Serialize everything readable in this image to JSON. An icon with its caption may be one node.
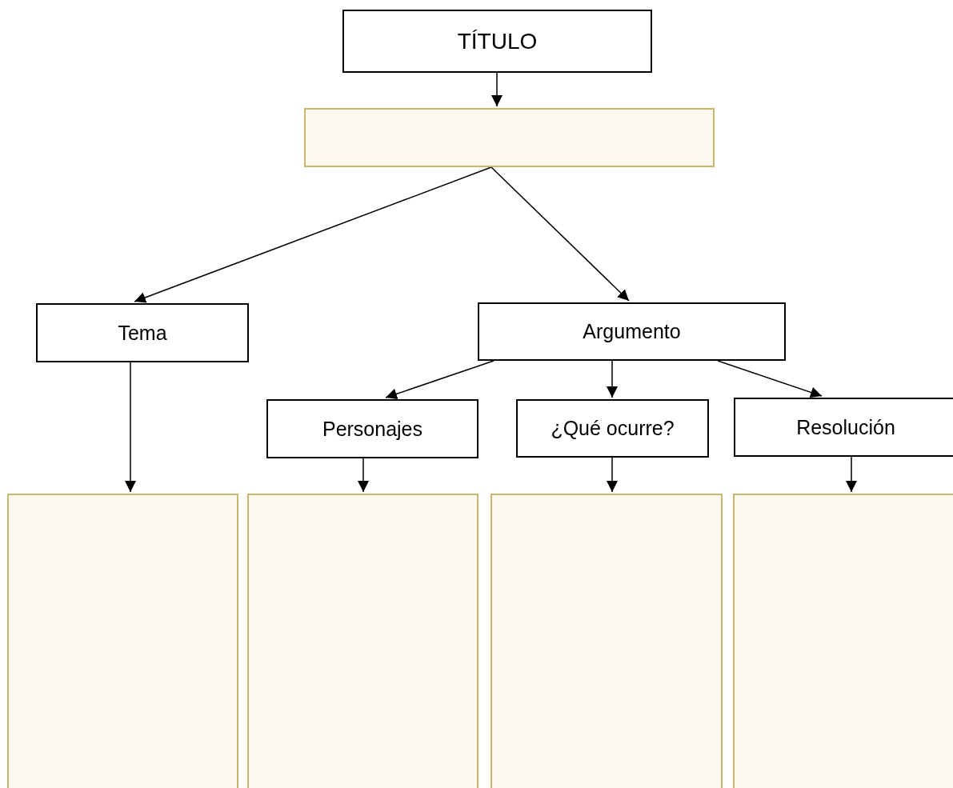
{
  "diagram": {
    "nodes": [
      {
        "text": [
          "TÍTULO"
        ]
      },
      {
        "text": [],
        "shape": "box"
      },
      {
        "text": [
          "Tema"
        ]
      },
      {
        "text": [
          "Argumento"
        ]
      },
      {
        "text": [
          "Personajes"
        ]
      },
      {
        "text": [
          "¿Qué ocurre?"
        ]
      },
      {
        "text": [
          "Resolución"
        ]
      },
      {
        "text": [],
        "shape": "box"
      },
      {
        "text": [],
        "shape": "box"
      },
      {
        "text": [],
        "shape": "box"
      },
      {
        "text": [],
        "shape": "box"
      }
    ],
    "edges": [
      {
        "from": 0,
        "to": 1,
        "arrow": "to"
      },
      {
        "from": 1,
        "to": 2,
        "arrow": "to"
      },
      {
        "from": 1,
        "to": 3,
        "arrow": "to"
      },
      {
        "from": 2,
        "to": 7,
        "arrow": "to"
      },
      {
        "from": 3,
        "to": 4,
        "arrow": "to"
      },
      {
        "from": 3,
        "to": 5,
        "arrow": "to"
      },
      {
        "from": 3,
        "to": 6,
        "arrow": "to"
      },
      {
        "from": 4,
        "to": 8,
        "arrow": "to"
      },
      {
        "from": 5,
        "to": 9,
        "arrow": "to"
      },
      {
        "from": 6,
        "to": 10,
        "arrow": "to"
      }
    ]
  }
}
